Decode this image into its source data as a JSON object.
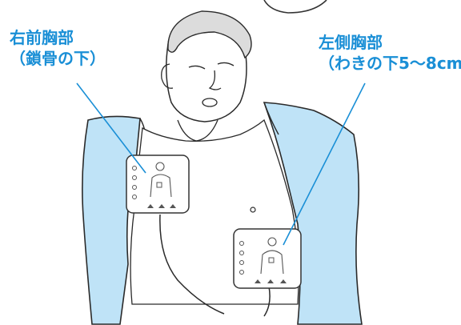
{
  "labels": {
    "right_chest": {
      "line1": "右前胸部",
      "line2": "（鎖骨の下）"
    },
    "left_chest": {
      "line1": "左側胸部",
      "line2": "（わきの下5～8cm）"
    }
  },
  "colors": {
    "accent": "#1a8fd6",
    "shirt": "#bfe3f7",
    "shirt_outline": "#2a2a2a",
    "skin": "#ffffff",
    "pad": "#ffffff",
    "pad_outline": "#333333"
  },
  "icons": {
    "pad_icon": "aed-pad-placement-icon",
    "arrow_icon": "up-arrow-icon"
  }
}
